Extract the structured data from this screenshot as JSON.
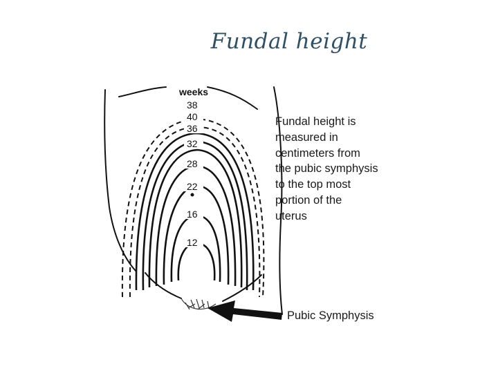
{
  "slide": {
    "title": "Fundal  height"
  },
  "diagram": {
    "weeks_label": "weeks",
    "week_marks": [
      "38",
      "40",
      "36",
      "32",
      "28",
      "22",
      "16",
      "12"
    ],
    "caption_lines": [
      "Fundal height is",
      "measured in",
      "centimeters from",
      "the pubic symphysis",
      "to the top most",
      "portion of the",
      "uterus"
    ],
    "pubic_label": "Pubic Symphysis"
  }
}
